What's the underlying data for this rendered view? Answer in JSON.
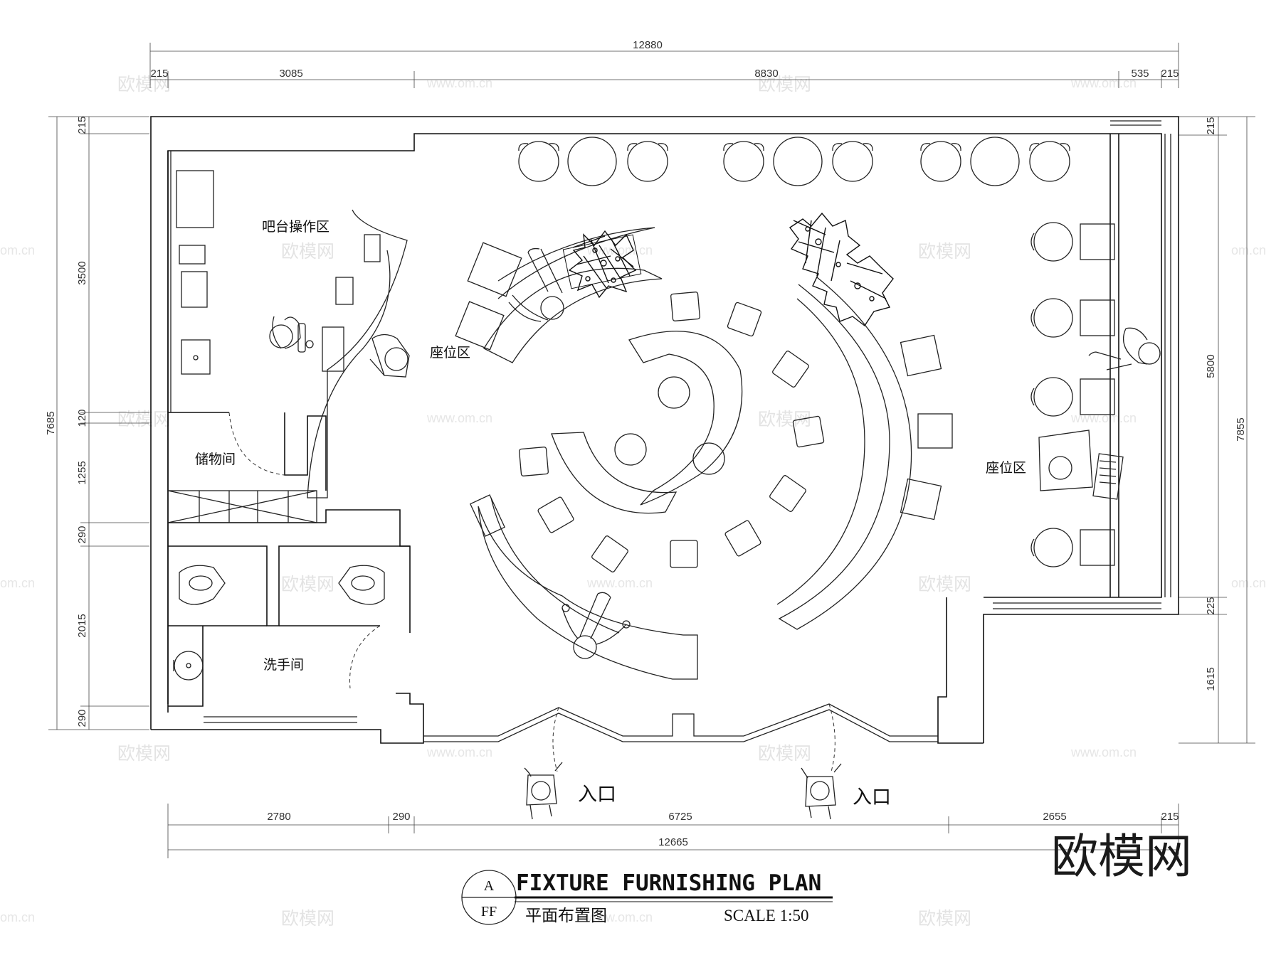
{
  "title": {
    "main": "FIXTURE FURNISHING PLAN",
    "sub": "平面布置图",
    "scale": "SCALE 1:50",
    "badge_top": "A",
    "badge_bottom": "FF"
  },
  "logo": "欧模网",
  "rooms": {
    "bar": "吧台操作区",
    "seating_center": "座位区",
    "seating_right": "座位区",
    "storage": "储物间",
    "restroom": "洗手间",
    "entrance_left": "入口",
    "entrance_right": "入口"
  },
  "dims": {
    "top_total": "12880",
    "top_215a": "215",
    "top_3085": "3085",
    "top_8830": "8830",
    "top_535": "535",
    "top_215b": "215",
    "left_total": "7685",
    "left_215": "215",
    "left_3500": "3500",
    "left_120": "120",
    "left_1255": "1255",
    "left_290a": "290",
    "left_2015": "2015",
    "left_290b": "290",
    "right_total": "7855",
    "right_215": "215",
    "right_5800": "5800",
    "right_225": "225",
    "right_1615": "1615",
    "bot_2780": "2780",
    "bot_290": "290",
    "bot_6725": "6725",
    "bot_2655": "2655",
    "bot_215": "215",
    "bot_total": "12665"
  },
  "watermarks": {
    "brand": "欧模网",
    "site": "www.om.cn",
    "site_short": "om.cn"
  },
  "colors": {
    "line": "#222222",
    "watermark": "#e3e3e3"
  }
}
